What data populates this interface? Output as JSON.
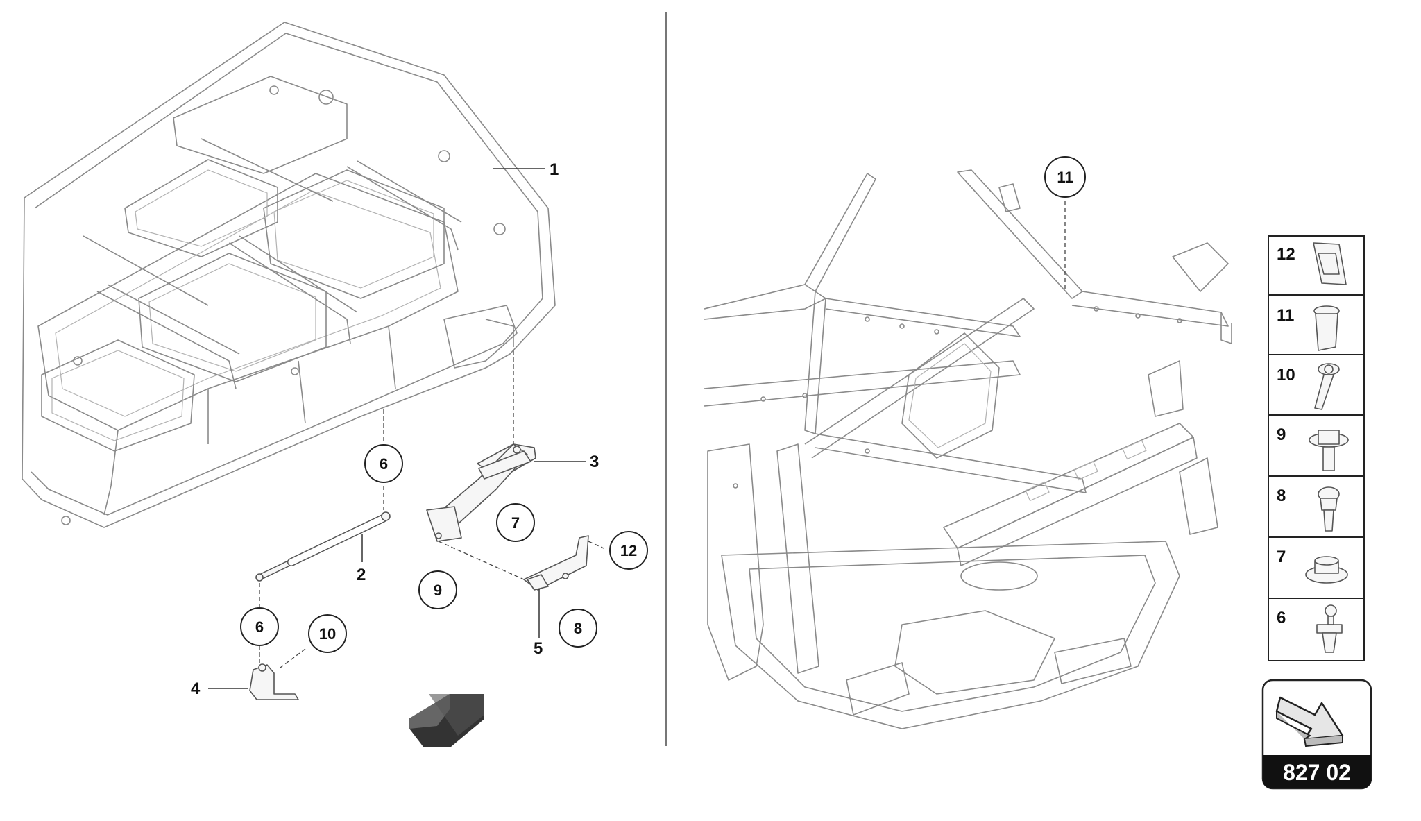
{
  "callouts": {
    "c1": "1",
    "c2": "2",
    "c3": "3",
    "c4": "4",
    "c5": "5",
    "c6a": "6",
    "c6b": "6",
    "c7": "7",
    "c8": "8",
    "c9": "9",
    "c10": "10",
    "c11": "11",
    "c12": "12"
  },
  "legend": {
    "items": [
      "12",
      "11",
      "10",
      "9",
      "8",
      "7",
      "6"
    ]
  },
  "diagram_code": "827 02"
}
